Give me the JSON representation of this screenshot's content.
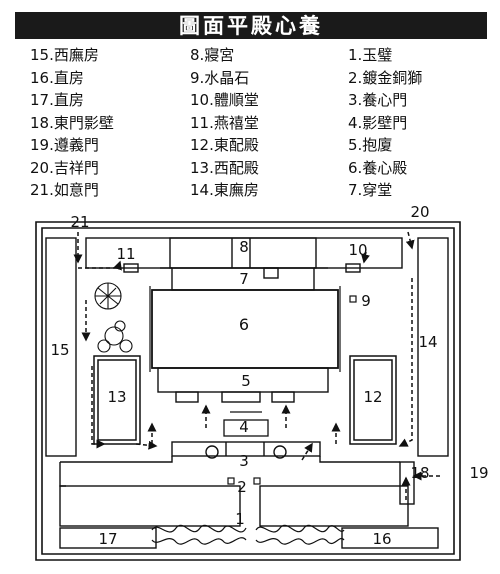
{
  "title": "圖面平殿心養",
  "legend": {
    "col1": [
      "15.西廡房",
      "16.直房",
      "17.直房",
      "18.東門影壁",
      "19.遵義門",
      "20.吉祥門",
      "21.如意門"
    ],
    "col2": [
      "8.寢宮",
      "9.水晶石",
      "10.體順堂",
      "11.燕禧堂",
      "12.東配殿",
      "13.西配殿",
      "14.東廡房"
    ],
    "col3": [
      "1.玉璧",
      "2.鍍金銅獅",
      "3.養心門",
      "4.影壁門",
      "5.抱廈",
      "6.養心殿",
      "7.穿堂"
    ]
  },
  "plan_labels": {
    "n1": "1",
    "n2": "2",
    "n3": "3",
    "n4": "4",
    "n5": "5",
    "n6": "6",
    "n7": "7",
    "n8": "8",
    "n9": "9",
    "n10": "10",
    "n11": "11",
    "n12": "12",
    "n13": "13",
    "n14": "14",
    "n15": "15",
    "n16": "16",
    "n17": "17",
    "n18": "18",
    "n19": "19",
    "n20": "20",
    "n21": "21"
  }
}
